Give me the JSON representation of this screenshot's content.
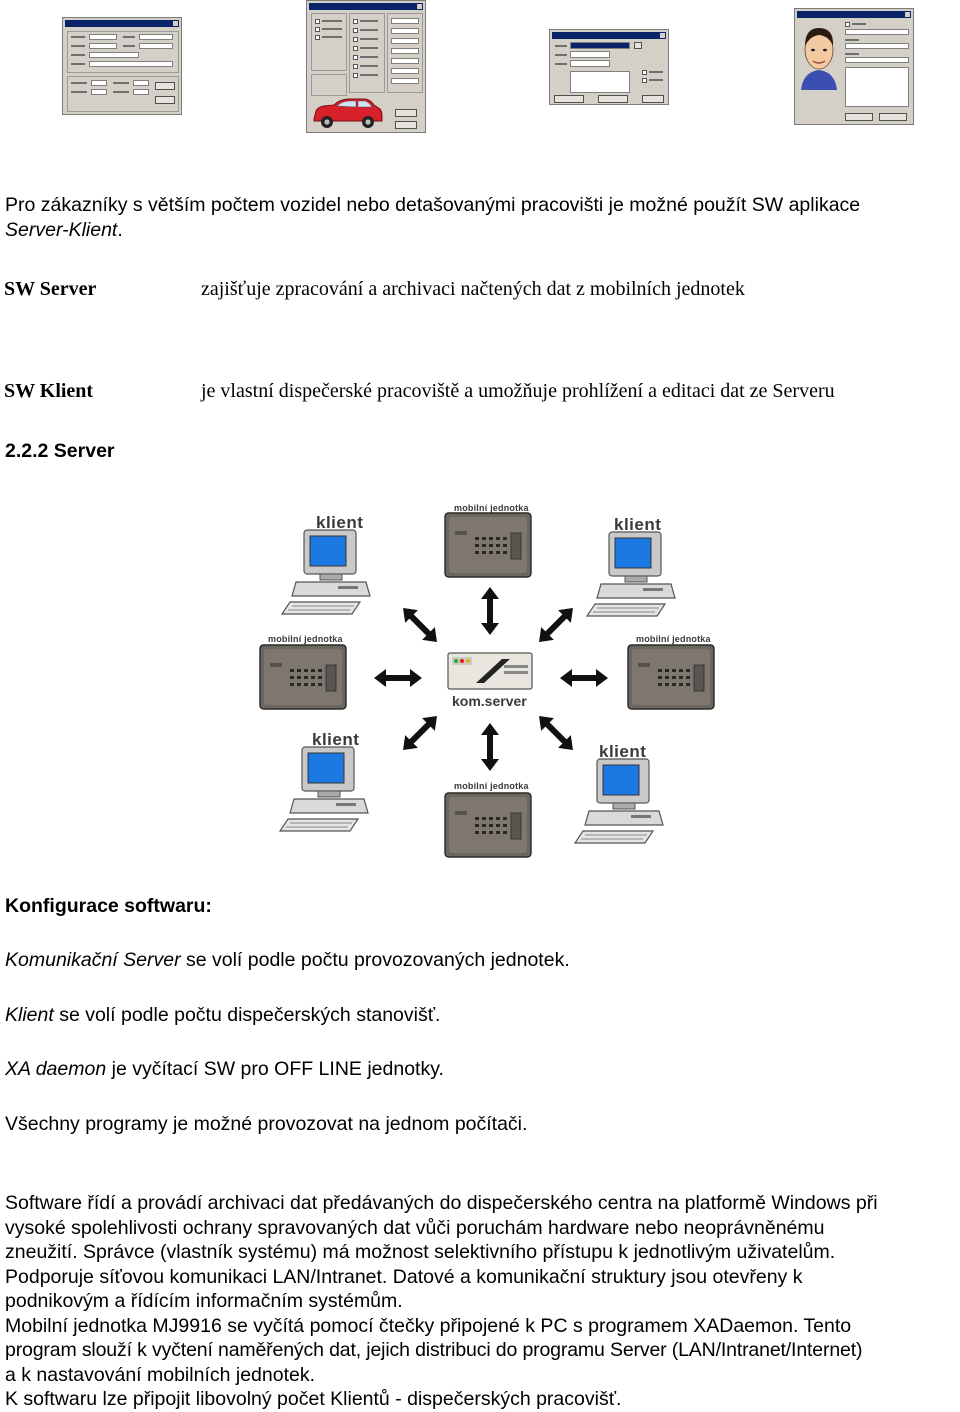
{
  "intro": {
    "text": "Pro zákazníky s větším počtem vozidel nebo detašovanými pracovišti je možné použít SW aplikace ",
    "italic": "Server-Klient",
    "tail": "."
  },
  "definitions": [
    {
      "term": "SW Server",
      "desc": "zajišťuje zpracování a archivaci načtených dat z mobilních jednotek"
    },
    {
      "term": "SW Klient",
      "desc": "je vlastní dispečerské pracoviště a umožňuje prohlížení a editaci dat ze Serveru"
    }
  ],
  "section_heading": "2.2.2 Server",
  "diagram": {
    "center_label": "kom.server",
    "client_label": "klient",
    "unit_label": "mobilní jednotka"
  },
  "config_heading": "Konfigurace softwaru:",
  "config_lines": [
    {
      "italic": "Komunikační Server",
      "rest": " se volí podle počtu provozovaných jednotek."
    },
    {
      "italic": "Klient",
      "rest": " se volí podle počtu dispečerských stanovišť."
    },
    {
      "italic": "XA daemon",
      "rest": " je vyčítací SW pro OFF LINE jednotky."
    },
    {
      "italic": "",
      "rest": "Všechny programy je možné provozovat na jednom počítači."
    }
  ],
  "body_lines": [
    "Software řídí a provádí archivaci dat předávaných do dispečerského centra na platformě Windows při",
    "vysoké spolehlivosti ochrany spravovaných dat vůči poruchám hardware nebo neoprávněnému",
    "zneužití. Správce (vlastník systému) má možnost selektivního přístupu k jednotlivým uživatelům.",
    "Podporuje síťovou komunikaci LAN/Intranet. Datové a komunikační struktury jsou otevřeny k",
    "podnikovým a řídícím informačním systémům.",
    "Mobilní jednotka MJ9916 se vyčítá pomocí čtečky připojené k PC s programem XADaemon. Tento",
    "program slouží k vyčtení naměřených dat, jejich distribuci do programu Server (LAN/Intranet/Internet)",
    "a k nastavování mobilních jednotek.",
    "K softwaru lze připojit libovolný počet Klientů - dispečerských pracovišť."
  ],
  "colors": {
    "title_bar": "#0a246a",
    "window_face": "#d4d0c8",
    "monitor_screen": "#1a78e0",
    "unit_body": "#6b6660",
    "car_red": "#d8202a"
  }
}
